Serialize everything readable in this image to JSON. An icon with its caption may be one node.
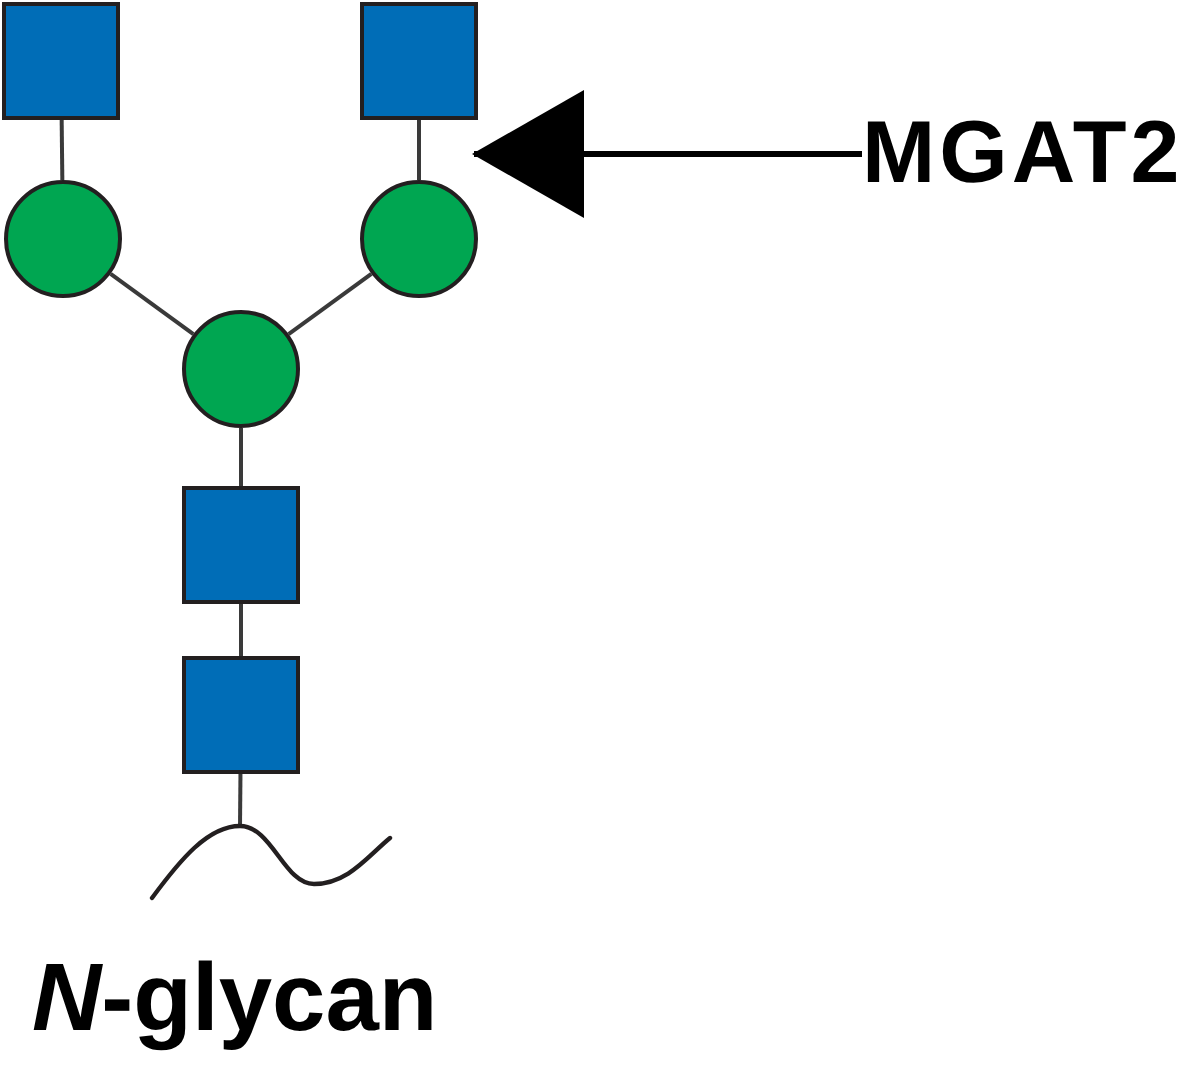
{
  "diagram": {
    "caption": "*N*-glycan",
    "nodes": [
      {
        "text": [],
        "shape": "box"
      },
      {
        "text": [],
        "shape": "box"
      },
      {
        "text": [
          "MGAT2"
        ]
      },
      {
        "text": [],
        "shape": "circle"
      },
      {
        "text": [],
        "shape": "circle"
      },
      {
        "text": [],
        "shape": "circle"
      },
      {
        "text": [],
        "shape": "box"
      },
      {
        "text": [],
        "shape": "box"
      },
      {
        "text": [],
        "shape": "curve"
      }
    ],
    "edges": [
      {
        "from": 0,
        "to": 3,
        "arrow": "none"
      },
      {
        "from": 1,
        "to": 4,
        "arrow": "none"
      },
      {
        "from": 3,
        "to": 5,
        "arrow": "none"
      },
      {
        "from": 4,
        "to": 5,
        "arrow": "none"
      },
      {
        "from": 5,
        "to": 6,
        "arrow": "none"
      },
      {
        "from": 6,
        "to": 7,
        "arrow": "none"
      },
      {
        "from": 7,
        "to": 8,
        "arrow": "none"
      },
      {
        "from": 2,
        "to": 1,
        "arrow": "to"
      }
    ]
  }
}
